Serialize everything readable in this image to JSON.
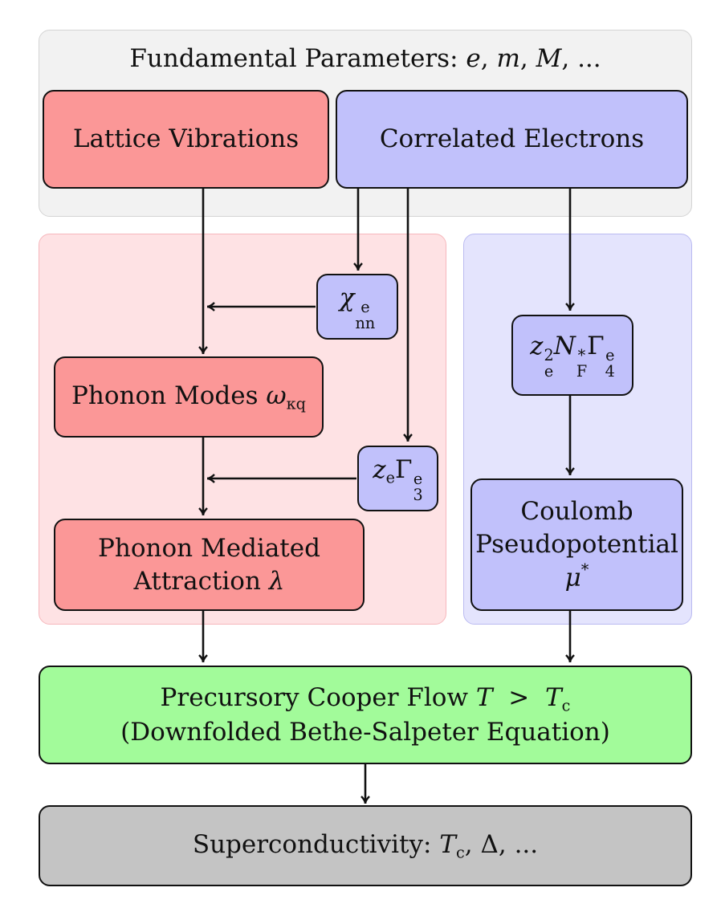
{
  "fundamental": {
    "label": "Fundamental Parameters:",
    "sym_e": "e",
    "sym_m": "m",
    "sym_M": "M",
    "ellipsis": "..."
  },
  "lattice": {
    "label": "Lattice Vibrations"
  },
  "electrons": {
    "label": "Correlated Electrons"
  },
  "chi": {
    "symbol": "χ",
    "sup": "e",
    "sub": "nn"
  },
  "z4": {
    "z": "z",
    "z_sub": "e",
    "z_sup": "2",
    "n": "N",
    "n_sup": "*",
    "n_sub": "F",
    "gamma": "Γ",
    "g_sup": "e",
    "g_sub": "4"
  },
  "phonon_modes": {
    "label": "Phonon Modes",
    "omega": "ω",
    "omega_sub": "κq"
  },
  "z3": {
    "z": "z",
    "z_sub": "e",
    "gamma": "Γ",
    "g_sup": "e",
    "g_sub": "3"
  },
  "phonon_attraction": {
    "line1": "Phonon Mediated",
    "line2": "Attraction",
    "lambda": "λ"
  },
  "coulomb": {
    "line1": "Coulomb",
    "line2": "Pseudopotential",
    "mu": "μ",
    "mu_sup": "*"
  },
  "cooper": {
    "line1": "Precursory Cooper Flow",
    "T": "T",
    "gt": ">",
    "Tc": "T",
    "Tc_sub": "c",
    "line2": "(Downfolded Bethe-Salpeter Equation)"
  },
  "superconductivity": {
    "label": "Superconductivity:",
    "Tc": "T",
    "Tc_sub": "c",
    "delta": "Δ",
    "ellipsis": "..."
  },
  "colors": {
    "red": "#fb9797",
    "blue": "#c1c1fb",
    "green": "#a2fb9a",
    "gray": "#c4c4c4",
    "bg_top": "#f2f2f2",
    "bg_red": "#fee2e4",
    "bg_blue": "#e4e4fd"
  }
}
